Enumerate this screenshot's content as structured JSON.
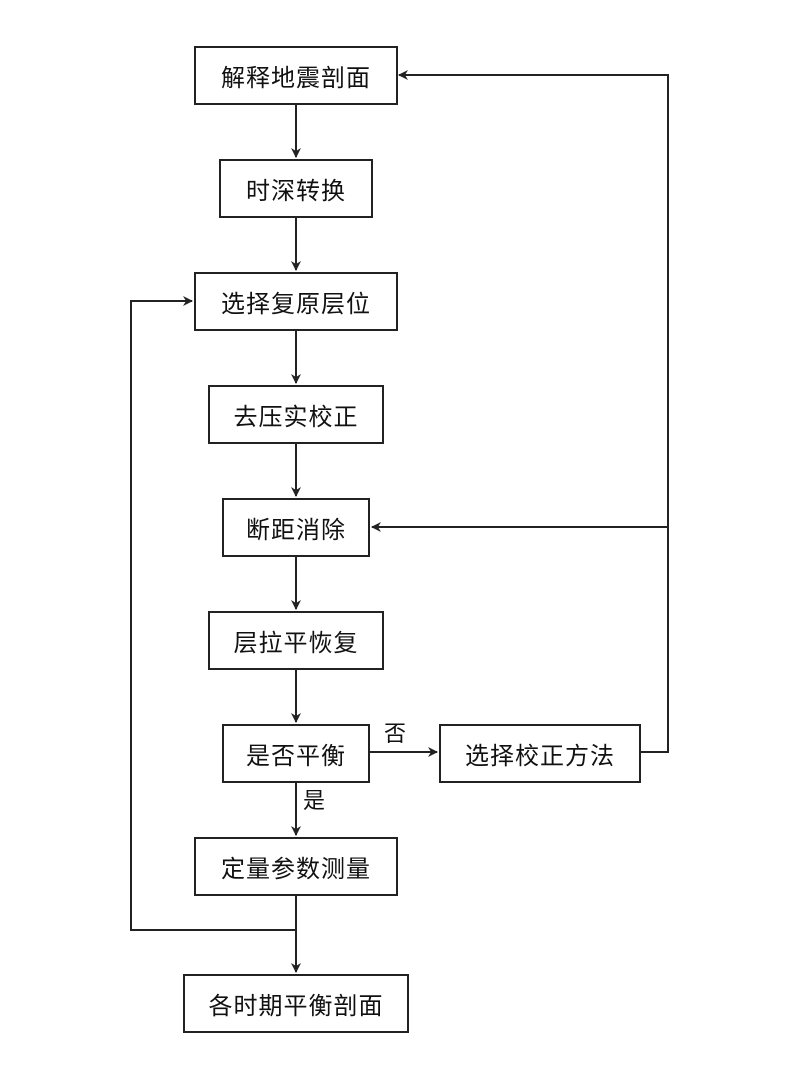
{
  "diagram": {
    "nodes": {
      "interpret": "解释地震剖面",
      "time_depth": "时深转换",
      "select_layer": "选择复原层位",
      "decompaction": "去压实校正",
      "fault_removal": "断距消除",
      "flatten": "层拉平恢复",
      "balanced_check": "是否平衡",
      "select_method": "选择校正方法",
      "measure": "定量参数测量",
      "result": "各时期平衡剖面"
    },
    "edge_labels": {
      "no": "否",
      "yes": "是"
    },
    "colors": {
      "line": "#222222",
      "box_fill": "#ffffff",
      "text": "#111111"
    }
  }
}
